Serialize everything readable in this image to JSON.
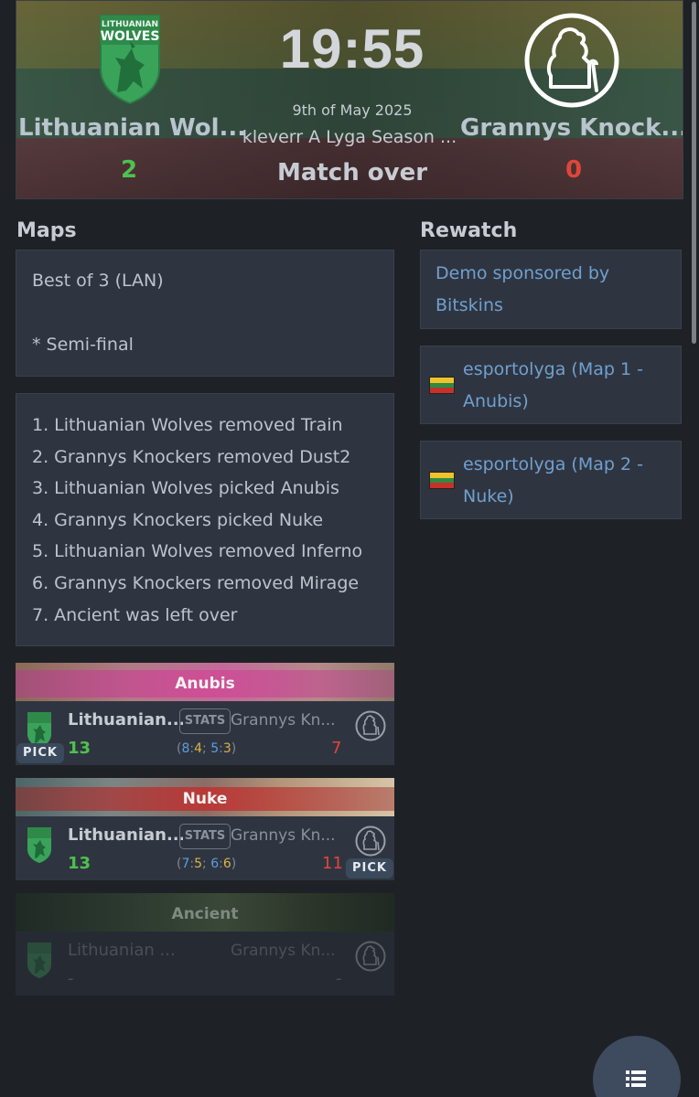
{
  "header": {
    "time": "19:55",
    "date": "9th of May 2025",
    "event": "kleverr A Lyga Season ...",
    "status": "Match over",
    "team1": {
      "name": "Lithuanian Wol...",
      "logo_text": "LITHUANIAN WOLVES",
      "score": "2"
    },
    "team2": {
      "name": "Grannys Knock...",
      "score": "0"
    }
  },
  "maps_section": {
    "heading": "Maps",
    "format": "Best of 3 (LAN)",
    "note": "* Semi-final",
    "veto": [
      "1. Lithuanian Wolves removed Train",
      "2. Grannys Knockers removed Dust2",
      "3. Lithuanian Wolves picked Anubis",
      "4. Grannys Knockers picked Nuke",
      "5. Lithuanian Wolves removed Inferno",
      "6. Grannys Knockers removed Mirage",
      "7. Ancient was left over"
    ]
  },
  "rewatch": {
    "heading": "Rewatch",
    "sponsor_line1": "Demo sponsored by",
    "sponsor_line2": "Bitskins",
    "items": [
      {
        "line1": "esportolyga (Map 1 -",
        "line2": "Anubis)",
        "flag_icon": "lithuania-flag-icon"
      },
      {
        "line1": "esportolyga (Map 2 -",
        "line2": "Nuke)",
        "flag_icon": "lithuania-flag-icon"
      }
    ]
  },
  "map_results": [
    {
      "map": "Anubis",
      "team1": "Lithuanian...",
      "team2": "Grannys Kn...",
      "stats_label": "STATS",
      "score1": "13",
      "score2": "7",
      "half1_t": "8",
      "half1_ct": "4",
      "half2_t": "5",
      "half2_ct": "3",
      "pick": "PICK"
    },
    {
      "map": "Nuke",
      "team1": "Lithuanian...",
      "team2": "Grannys Kn...",
      "stats_label": "STATS",
      "score1": "13",
      "score2": "11",
      "half1_t": "7",
      "half1_ct": "5",
      "half2_t": "6",
      "half2_ct": "6",
      "pick": "PICK"
    },
    {
      "map": "Ancient",
      "team1": "Lithuanian ...",
      "team2": "Grannys Kn...",
      "score1": "-",
      "score2": "-"
    }
  ],
  "colors": {
    "win": "#4ec24e",
    "loss": "#e0453a",
    "link": "#6fa0d0",
    "panel": "#2f3540",
    "background": "#1e2226"
  },
  "fab_icon": "list-icon"
}
